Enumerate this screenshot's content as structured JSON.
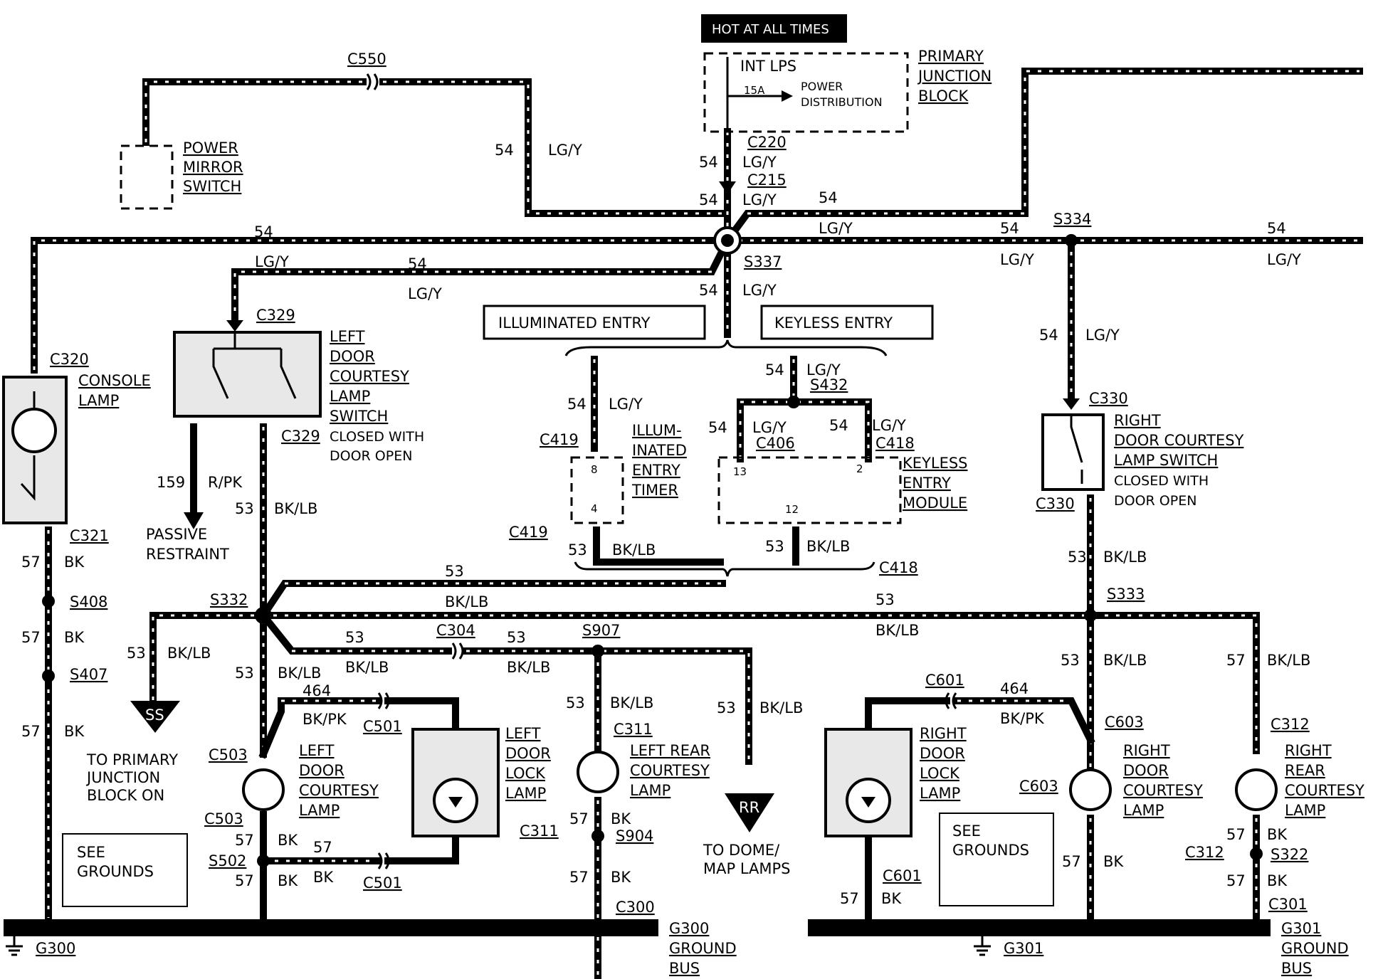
{
  "hot_label": "HOT AT ALL TIMES",
  "pjb": {
    "int_lps": "INT LPS",
    "fuse": "15A",
    "power": "POWER",
    "distribution": "DISTRIBUTION",
    "title": [
      "PRIMARY",
      "JUNCTION",
      "BLOCK"
    ]
  },
  "wires": {
    "n54": "54",
    "lgy": "LG/Y",
    "n53": "53",
    "bklb": "BK/LB",
    "n57": "57",
    "bk": "BK",
    "n159": "159",
    "rpk": "R/PK",
    "n464": "464",
    "bkpk": "BK/PK"
  },
  "connectors": {
    "c550": "C550",
    "c220": "C220",
    "c215": "C215",
    "s337": "S337",
    "s334": "S334",
    "c320": "C320",
    "c329": "C329",
    "c330": "C330",
    "c321": "C321",
    "s408": "S408",
    "s407": "S407",
    "c419": "C419",
    "c406": "C406",
    "c418": "C418",
    "s432": "S432",
    "s332": "S332",
    "s333": "S333",
    "c304": "C304",
    "s907": "S907",
    "c311": "C311",
    "c503": "C503",
    "c501": "C501",
    "s502": "S502",
    "s904": "S904",
    "c300": "C300",
    "c601": "C601",
    "c603": "C603",
    "c312": "C312",
    "s322": "S322",
    "c301": "C301"
  },
  "components": {
    "power_mirror": [
      "POWER",
      "MIRROR",
      "SWITCH"
    ],
    "console_lamp": [
      "CONSOLE",
      "LAMP"
    ],
    "left_switch": [
      "LEFT",
      "DOOR",
      "COURTESY",
      "LAMP",
      "SWITCH"
    ],
    "closed_with": [
      "CLOSED WITH",
      "DOOR OPEN"
    ],
    "illuminated_entry": "ILLUMINATED ENTRY",
    "keyless_entry": "KEYLESS ENTRY",
    "timer": [
      "ILLUM-",
      "INATED",
      "ENTRY",
      "TIMER"
    ],
    "keyless_module": [
      "KEYLESS",
      "ENTRY",
      "MODULE"
    ],
    "pins": {
      "p8": "8",
      "p4": "4",
      "p13": "13",
      "p2": "2",
      "p12": "12"
    },
    "right_switch": [
      "RIGHT",
      "DOOR COURTESY",
      "LAMP SWITCH"
    ],
    "passive": [
      "PASSIVE",
      "RESTRAINT"
    ],
    "ss": "SS",
    "rr": "RR",
    "to_pjb": [
      "TO PRIMARY",
      "JUNCTION",
      "BLOCK ON"
    ],
    "left_courtesy": [
      "LEFT",
      "DOOR",
      "COURTESY",
      "LAMP"
    ],
    "left_lock": [
      "LEFT",
      "DOOR",
      "LOCK",
      "LAMP"
    ],
    "left_rear": [
      "LEFT REAR",
      "COURTESY",
      "LAMP"
    ],
    "to_dome": [
      "TO DOME/",
      "MAP LAMPS"
    ],
    "right_lock": [
      "RIGHT",
      "DOOR",
      "LOCK",
      "LAMP"
    ],
    "right_courtesy": [
      "RIGHT",
      "DOOR",
      "COURTESY",
      "LAMP"
    ],
    "right_rear": [
      "RIGHT",
      "REAR",
      "COURTESY",
      "LAMP"
    ],
    "see_grounds": [
      "SEE",
      "GROUNDS"
    ]
  },
  "grounds": {
    "g300": "G300",
    "g301": "G301",
    "g300_bus": [
      "G300",
      "GROUND",
      "BUS"
    ],
    "g301_bus": [
      "G301",
      "GROUND",
      "BUS"
    ]
  }
}
